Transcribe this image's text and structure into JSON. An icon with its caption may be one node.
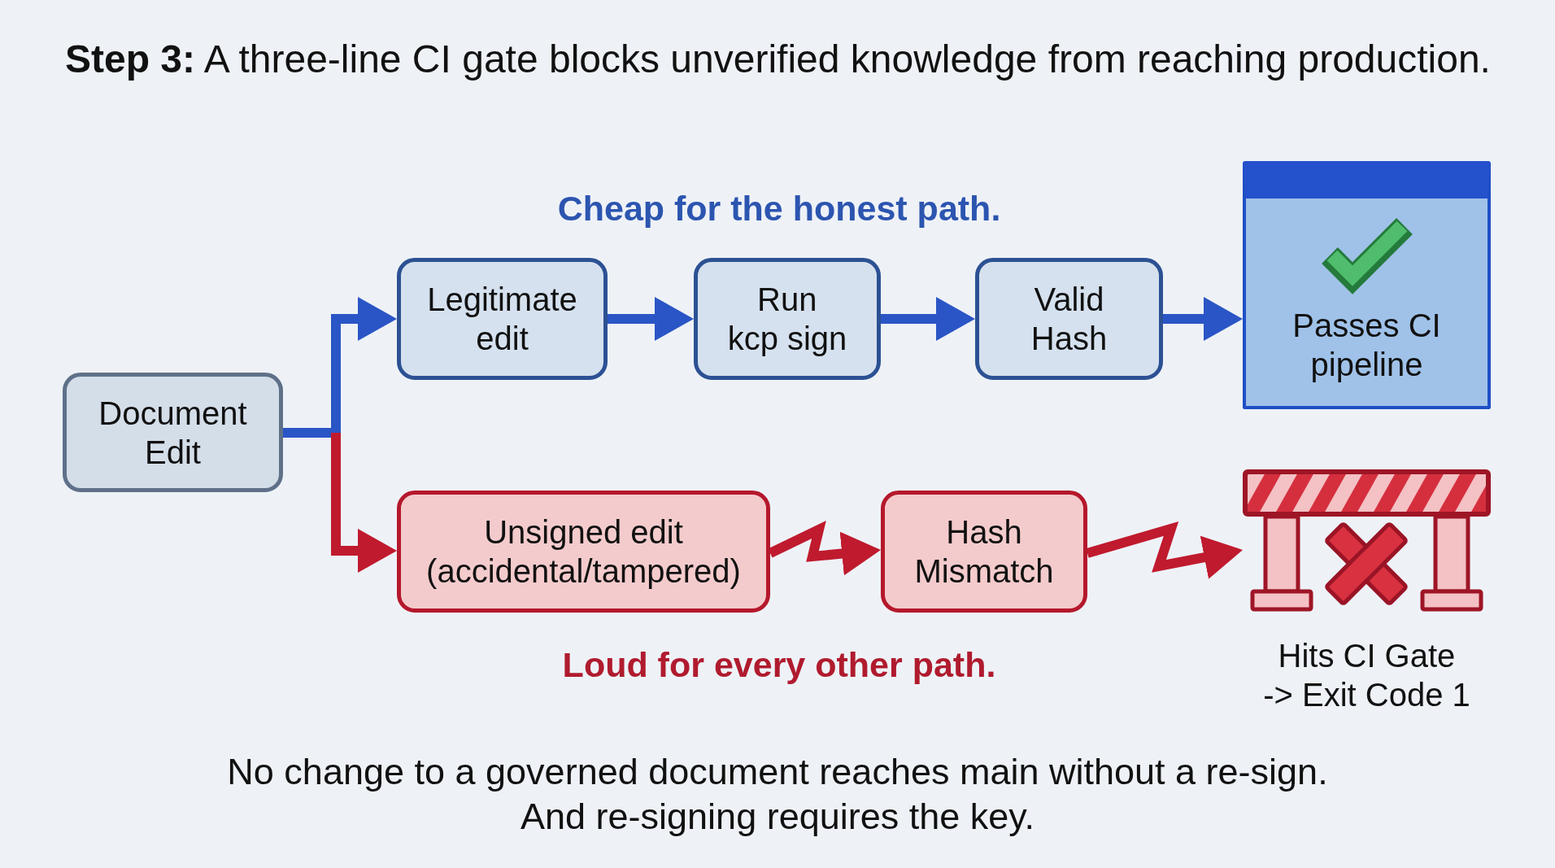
{
  "diagram": {
    "title": "**Step 3:** A three-line CI gate blocks unverified knowledge from reaching production.",
    "caption": "No change to a governed document reaches main without a re-sign. And re-signing requires the key.",
    "nodes": [
      {
        "text": [
          "Document Edit"
        ]
      },
      {
        "text": [
          "Legitimate edit"
        ]
      },
      {
        "text": [
          "Run kcp sign"
        ]
      },
      {
        "text": [
          "Valid Hash"
        ]
      },
      {
        "text": [
          "Passes CI pipeline"
        ]
      },
      {
        "text": [
          "Unsigned edit (accidental/tampered)"
        ]
      },
      {
        "text": [
          "Hash Mismatch"
        ]
      },
      {
        "text": [
          "Hits CI Gate -> Exit Code 1"
        ]
      }
    ],
    "edges": [
      {
        "from": 0,
        "to": 1,
        "arrow": "to"
      },
      {
        "from": 0,
        "to": 5,
        "arrow": "to",
        "color": "#c01a2e"
      },
      {
        "from": 1,
        "to": 2,
        "arrow": "to"
      },
      {
        "from": 2,
        "to": 3,
        "arrow": "to"
      },
      {
        "from": 3,
        "to": 4,
        "arrow": "to"
      },
      {
        "from": 5,
        "to": 6,
        "arrow": "to",
        "color": "#c01a2e"
      },
      {
        "from": 6,
        "to": 7,
        "arrow": "to",
        "color": "#c01a2e"
      }
    ],
    "labels": [
      "Cheap for the honest path.",
      "Loud for every other path."
    ]
  }
}
